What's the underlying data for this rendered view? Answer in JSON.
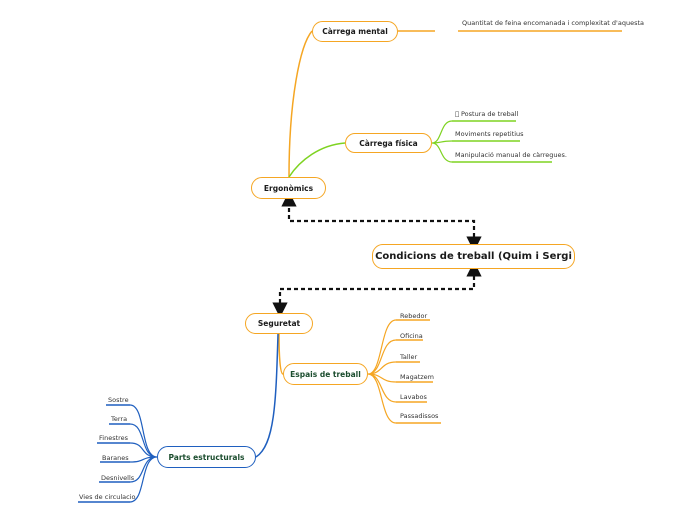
{
  "colors": {
    "orange": "#f5a623",
    "green": "#7ed321",
    "blue": "#1f5fbf",
    "connector": "#111111",
    "dark_green_text": "#1b4d2e"
  },
  "central": {
    "label": "Condicions de treball (Quim i Sergi"
  },
  "ergonomics": {
    "label": "Ergonòmics",
    "mental": {
      "label": "Càrrega mental",
      "items": [
        "Quantitat de feina encomanada i complexitat d'aquesta"
      ]
    },
    "fisica": {
      "label": "Càrrega física",
      "items": [
        " Postura de treball",
        "Moviments repetitius",
        "Manipulació manual de càrregues."
      ]
    }
  },
  "seguretat": {
    "label": "Seguretat",
    "espais": {
      "label": "Espais de treball",
      "items": [
        "Rebedor",
        "Oficina",
        "Taller",
        "Magatzem",
        "Lavabos",
        "Passadissos"
      ]
    },
    "parts": {
      "label": "Parts estructurals",
      "items": [
        "Sostre",
        "Terra",
        "Finestres",
        "Baranes",
        "Desnivells",
        "Vies de circulacio"
      ]
    }
  }
}
